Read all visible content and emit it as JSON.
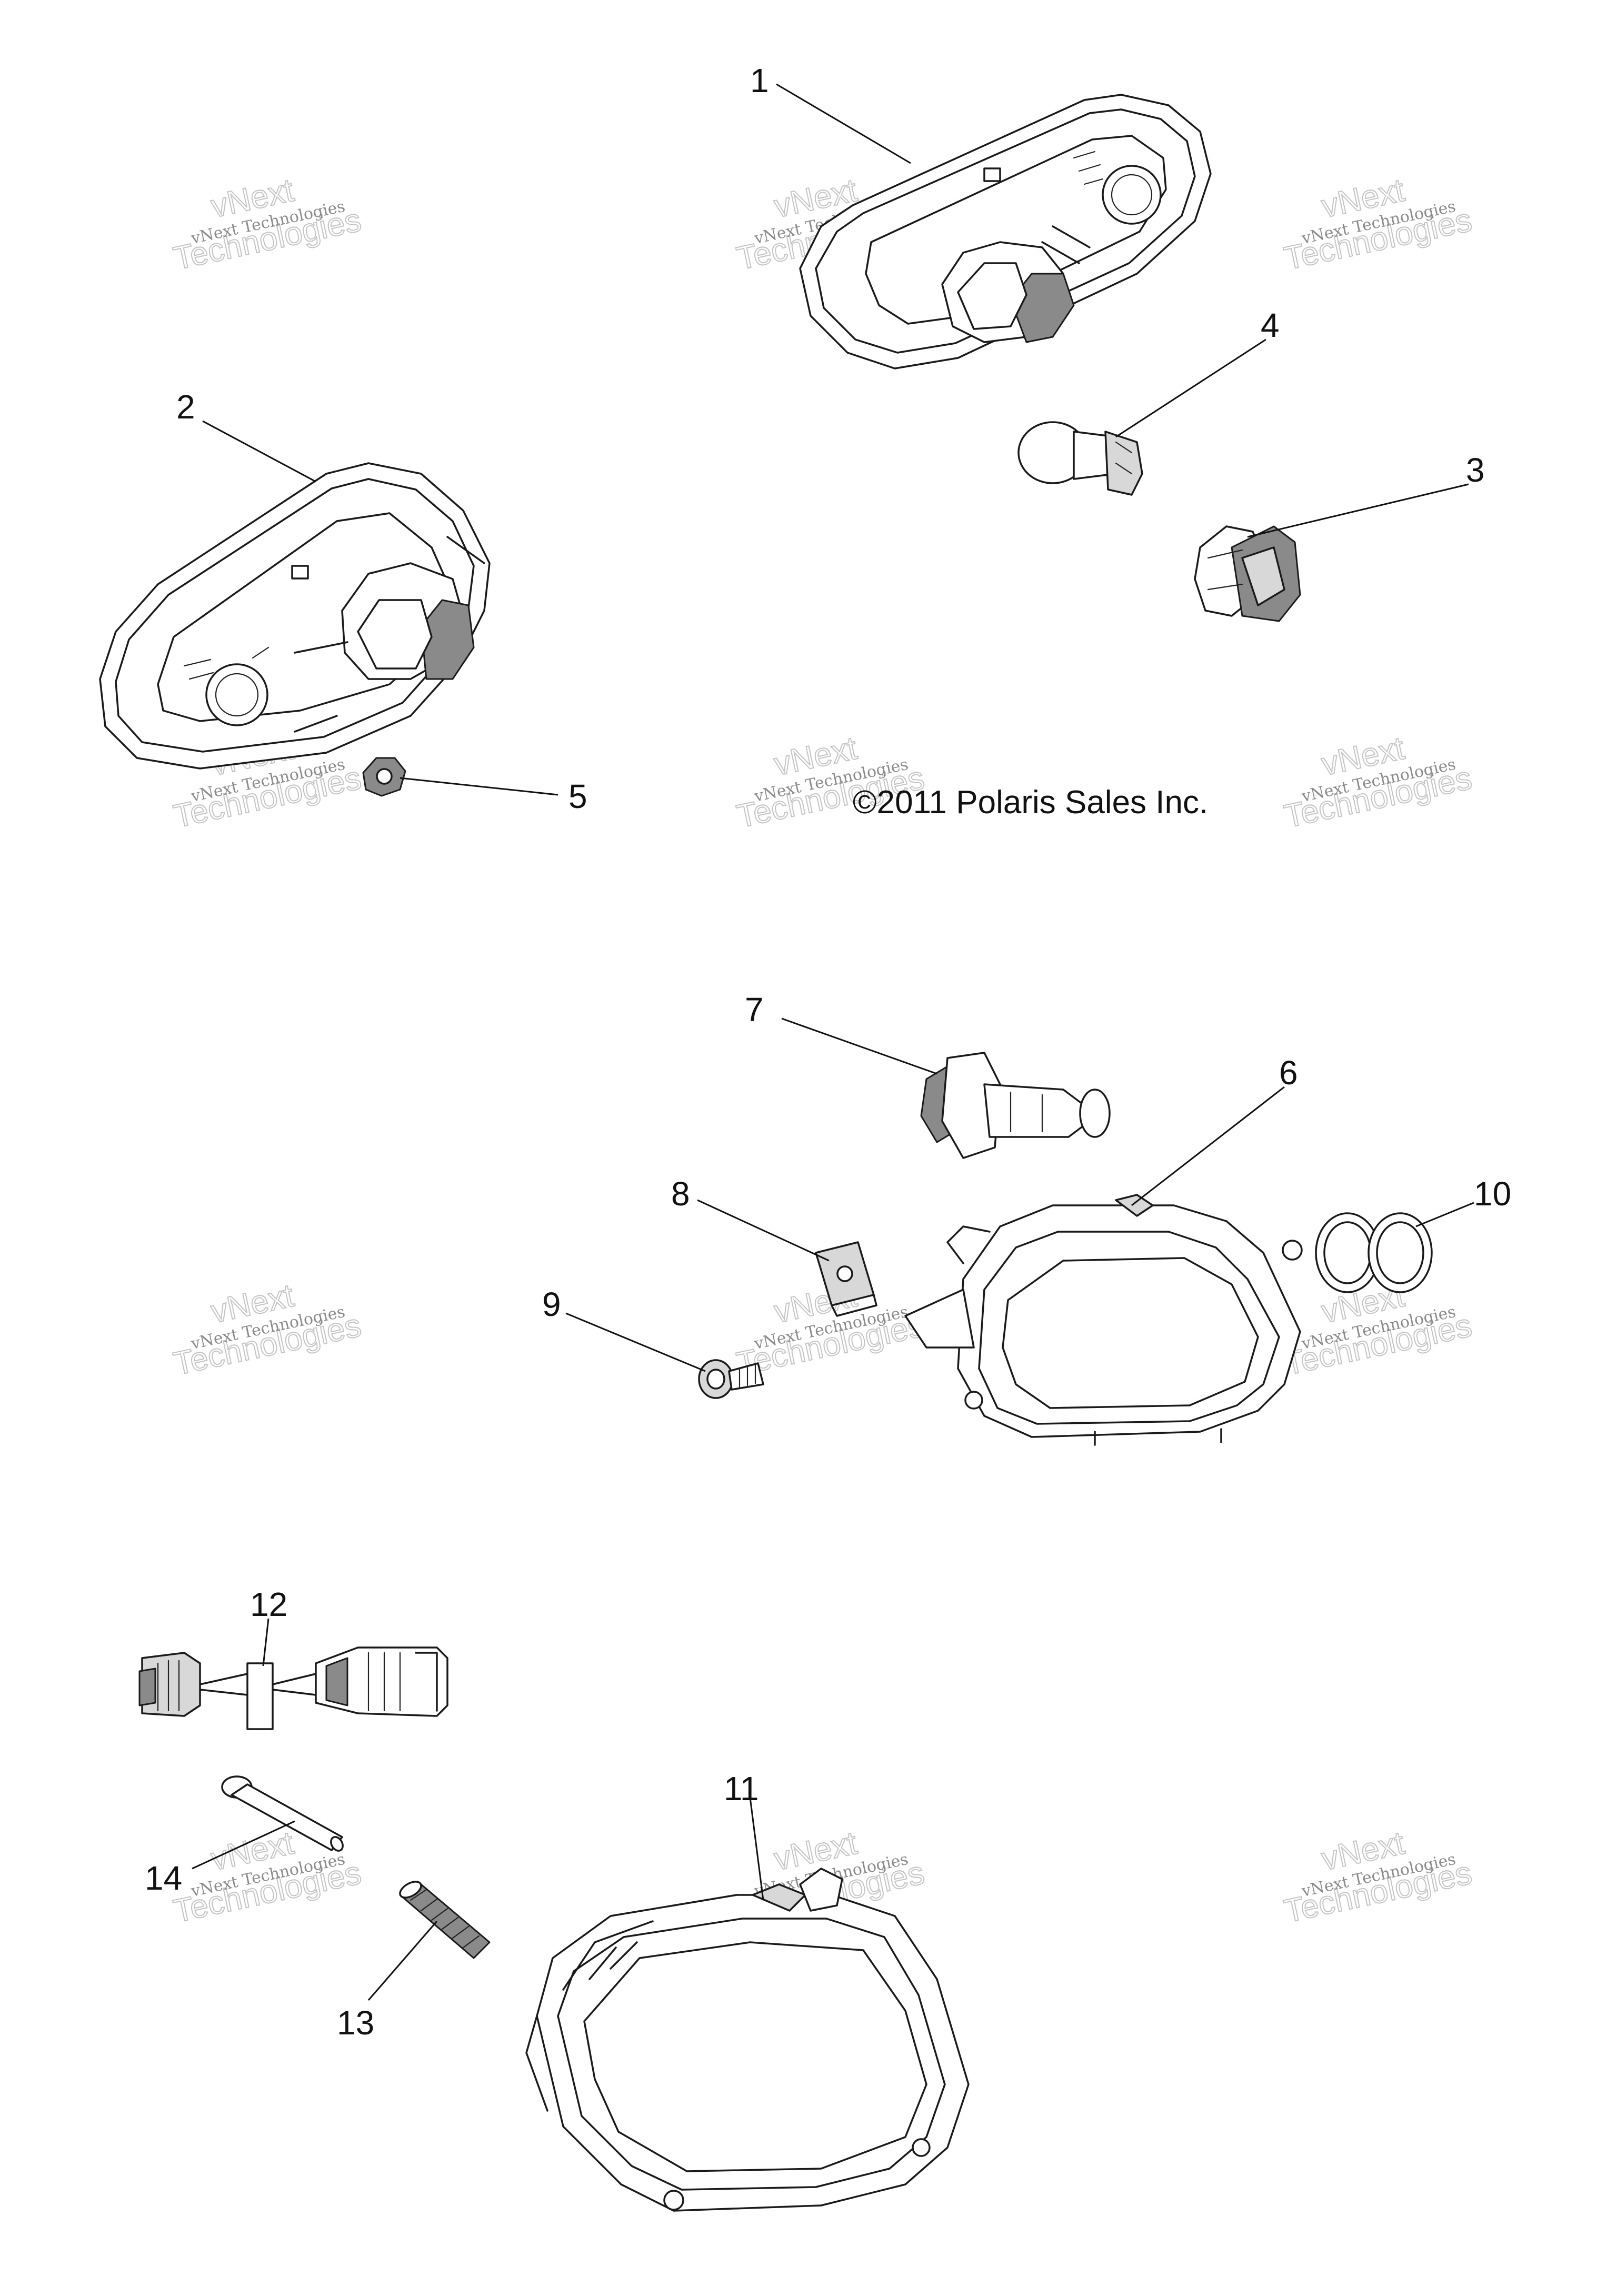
{
  "copyright": "©2011 Polaris Sales Inc.",
  "watermark": {
    "line1": "vNext Technologies",
    "line2": "vNext",
    "line3": "Technologies"
  },
  "callouts": [
    "1",
    "2",
    "3",
    "4",
    "5",
    "6",
    "7",
    "8",
    "9",
    "10",
    "11",
    "12",
    "13",
    "14"
  ],
  "colors": {
    "ink": "#111111",
    "watermark": "#bdbdbd",
    "background": "#ffffff"
  }
}
